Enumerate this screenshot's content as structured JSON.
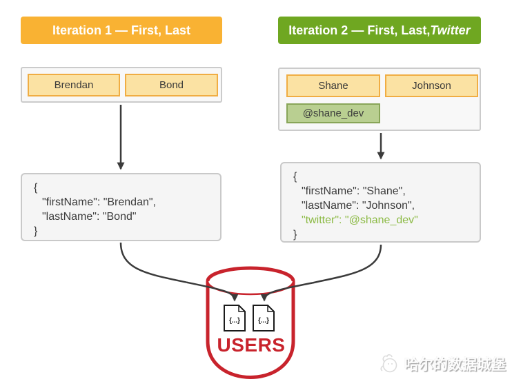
{
  "iteration1": {
    "title": "Iteration 1 — First, Last",
    "fields": {
      "first": "Brendan",
      "last": "Bond"
    },
    "json": {
      "open": "{",
      "line1": "\"firstName\": \"Brendan\",",
      "line2": "\"lastName\": \"Bond\"",
      "close": "}"
    }
  },
  "iteration2": {
    "title_prefix": "Iteration 2 — First, Last, ",
    "title_italic": "Twitter",
    "fields": {
      "first": "Shane",
      "last": "Johnson",
      "twitter": "@shane_dev"
    },
    "json": {
      "open": "{",
      "line1": "\"firstName\": \"Shane\",",
      "line2": "\"lastName\": \"Johnson\",",
      "line3": "\"twitter\": \"@shane_dev\"",
      "close": "}"
    }
  },
  "database": {
    "label": "USERS",
    "doc_icon_text": "{...}",
    "doc_count": 2
  },
  "watermark": {
    "text": "哈尔的数据城堡"
  },
  "colors": {
    "yellow_header": "#F9B233",
    "green_header": "#6FA721",
    "yellow_field_bg": "#FBE2A3",
    "yellow_field_border": "#F0AD43",
    "green_field_bg": "#B9CF91",
    "green_field_border": "#88A558",
    "json_twitter_green": "#8CBA45",
    "database_red": "#C8232C",
    "arrow_dark": "#3B3B3B"
  }
}
